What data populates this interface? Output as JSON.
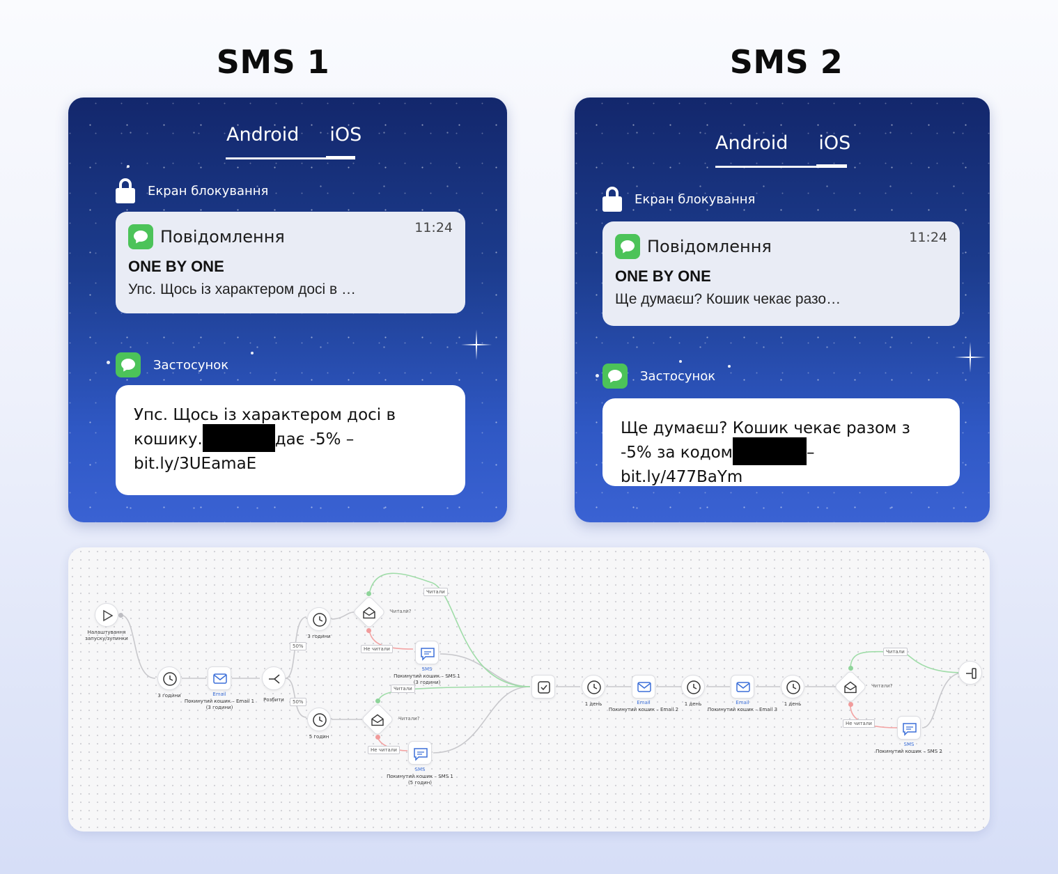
{
  "titles": {
    "sms1": "SMS 1",
    "sms2": "SMS 2"
  },
  "sms1": {
    "tab_android": "Android",
    "tab_ios": "iOS",
    "lock_label": "Екран блокування",
    "app_name": "Повідомлення",
    "time": "11:24",
    "sender": "ONE BY ONE",
    "preview": "Упс. Щось із характером досі в …",
    "app_label": "Застосунок",
    "msg_part1": "Упс. Щось із характером досі в кошику.",
    "msg_part2": "дає -5% – bit.ly/3UEamaE"
  },
  "sms2": {
    "tab_android": "Android",
    "tab_ios": "iOS",
    "lock_label": "Екран блокування",
    "app_name": "Повідомлення",
    "time": "11:24",
    "sender": "ONE BY ONE",
    "preview": "Ще думаєш? Кошик чекає разо…",
    "app_label": "Застосунок",
    "msg_part1": "Ще думаєш? Кошик чекає разом з -5% за кодом",
    "msg_part2": "– bit.ly/477BaYm"
  },
  "flow": {
    "start_label": "Налаштування\nзапуску/зупинки",
    "wait_3h": "3 години",
    "email_type": "Email",
    "email1_label": "Покинутий кошик – Email 1\n(3 години)",
    "split_label": "Розбити",
    "pct_top": "50%",
    "pct_bottom": "50%",
    "wait_3h_b": "3 години",
    "wait_5h": "5 годин",
    "read_q": "Читали?",
    "read_q_b": "Читали?",
    "read_tag_top": "Читали",
    "unread_tag_top": "Не читали",
    "sms_type": "SMS",
    "sms1_3h_label": "Покинутий кошик – SMS 1\n(3 години)",
    "read_tag_b": "Читали",
    "unread_tag_b": "Не читали",
    "sms1_5h_label": "Покинутий кошик – SMS 1\n(5 годин)",
    "day1_a": "1 день",
    "email2_type": "Email",
    "email2_label": "Покинутий кошик – Email 2",
    "day1_b": "1 день",
    "email3_type": "Email",
    "email3_label": "Покинутий кошик – Email 3",
    "day1_c": "1 день",
    "read_q_c": "Читали?",
    "read_tag_c": "Читали",
    "unread_tag_c": "Не читали",
    "sms2_type": "SMS",
    "sms2_label": "Покинутий кошик – SMS 2"
  }
}
